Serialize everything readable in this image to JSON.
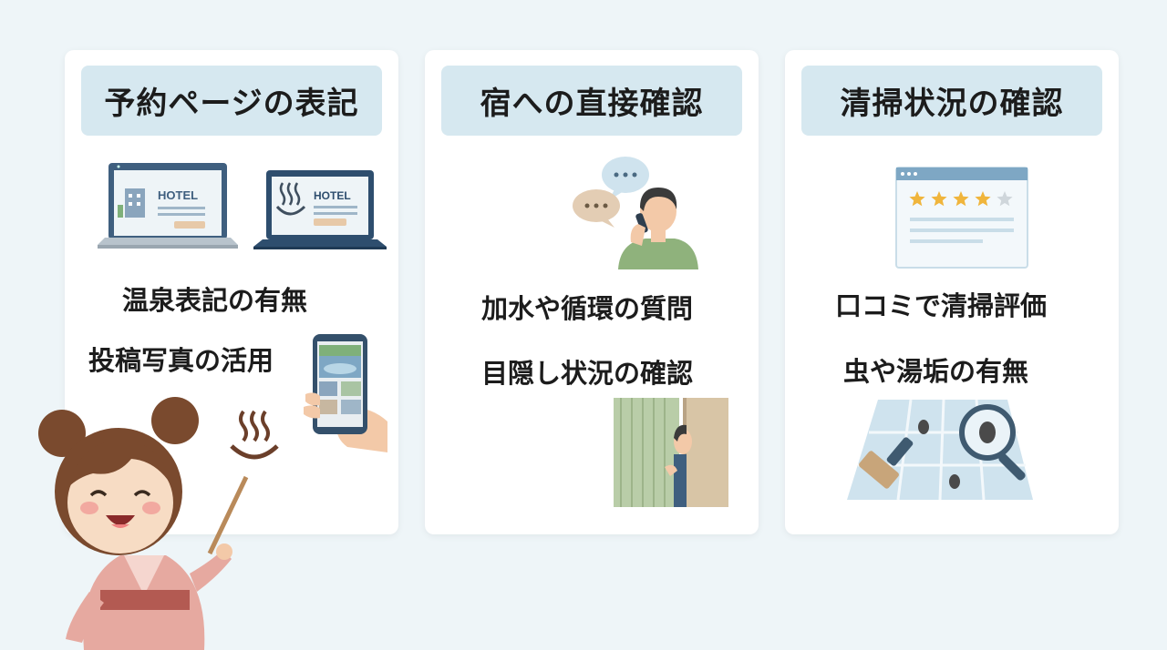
{
  "cards": [
    {
      "title": "予約ページの表記",
      "items": [
        "温泉表記の有無",
        "投稿写真の活用"
      ],
      "illustration_text": "HOTEL"
    },
    {
      "title": "宿への直接確認",
      "items": [
        "加水や循環の質問",
        "目隠し状況の確認"
      ]
    },
    {
      "title": "清掃状況の確認",
      "items": [
        "口コミで清掃評価",
        "虫や湯垢の有無"
      ],
      "rating_stars": 4,
      "rating_max": 5
    }
  ],
  "colors": {
    "background": "#eef5f8",
    "card": "#ffffff",
    "header": "#d6e8f0",
    "text": "#1c1c1c",
    "star": "#f0b53c"
  },
  "icons": [
    "laptop-hotel-icon",
    "laptop-onsen-icon",
    "smartphone-photo-icon",
    "phone-call-person-icon",
    "curtain-peek-icon",
    "review-stars-icon",
    "brush-magnifier-bugs-icon",
    "onsen-mark-icon"
  ],
  "mascot": "yukata-girl-with-pointer"
}
